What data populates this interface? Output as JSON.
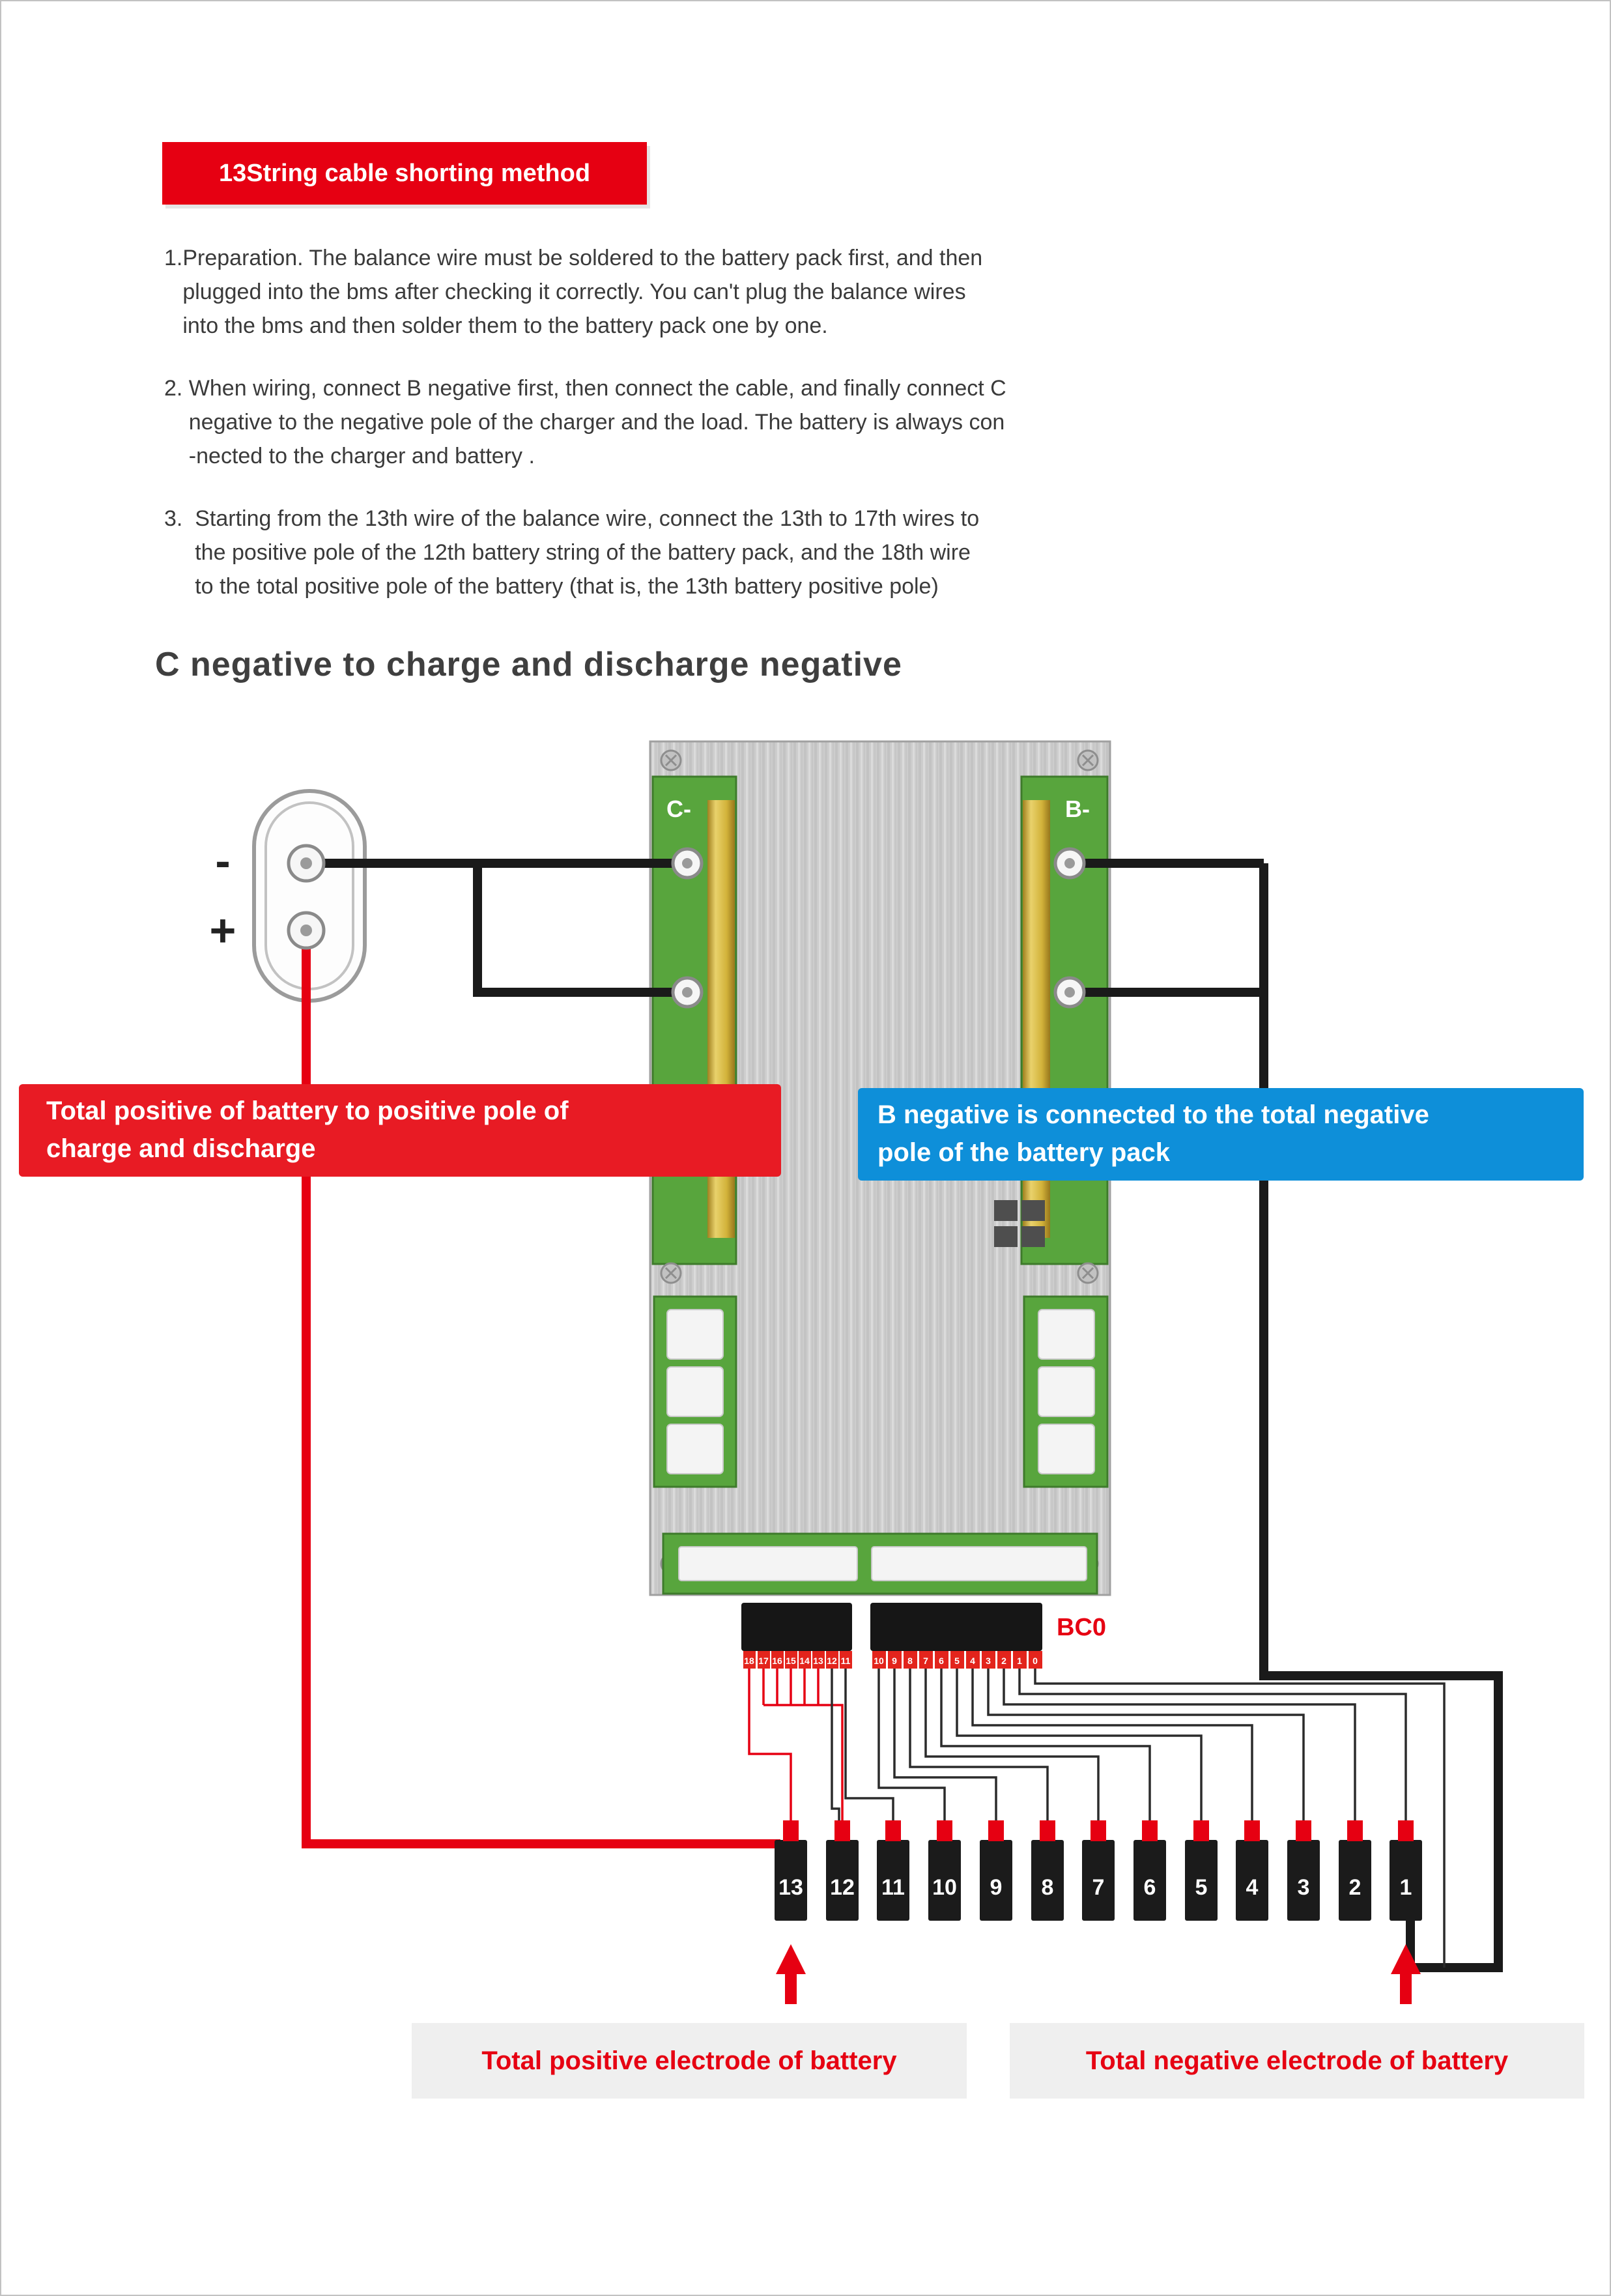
{
  "header": {
    "badge": "13String cable shorting method"
  },
  "instructions": {
    "step1": "1.Preparation. The balance wire must be soldered to the battery pack first, and then\n   plugged into the bms after checking it correctly. You can't plug the balance wires\n   into the bms and then solder them to the battery pack one by one.",
    "step2": "2. When wiring, connect B negative first, then connect the cable, and finally connect C\n    negative to the negative pole of the charger and the load. The battery is always con\n    -nected to the charger and battery .",
    "step3": "3.  Starting from the 13th wire of the balance wire, connect the 13th to 17th wires to\n     the positive pole of the 12th battery string of the battery pack, and the 18th wire\n     to the total positive pole of the battery (that is, the 13th battery positive pole)"
  },
  "section_heading": "C negative to charge and discharge negative",
  "diagram": {
    "bms_board": {
      "c_minus_label": "C-",
      "b_minus_label": "B-"
    },
    "charger_plug": {
      "minus": "-",
      "plus": "+"
    },
    "connector_label": "BC0",
    "balance_pins_left": [
      "18",
      "17",
      "16",
      "15",
      "14",
      "13",
      "12",
      "11"
    ],
    "balance_pins_right": [
      "10",
      "9",
      "8",
      "7",
      "6",
      "5",
      "4",
      "3",
      "2",
      "1",
      "0"
    ],
    "batteries": [
      "13",
      "12",
      "11",
      "10",
      "9",
      "8",
      "7",
      "6",
      "5",
      "4",
      "3",
      "2",
      "1"
    ],
    "callouts": {
      "total_positive": "Total positive of battery to positive pole of\ncharge and discharge",
      "b_negative": "B negative is connected to the total negative\npole of the battery pack"
    },
    "labels": {
      "total_positive_electrode": "Total positive electrode of battery",
      "total_negative_electrode": "Total negative electrode of battery"
    }
  },
  "colors": {
    "accent_red": "#e60012",
    "accent_blue": "#0e8fd9",
    "pcb_green": "#58a53d",
    "busbar_gold": "#d9b945"
  }
}
